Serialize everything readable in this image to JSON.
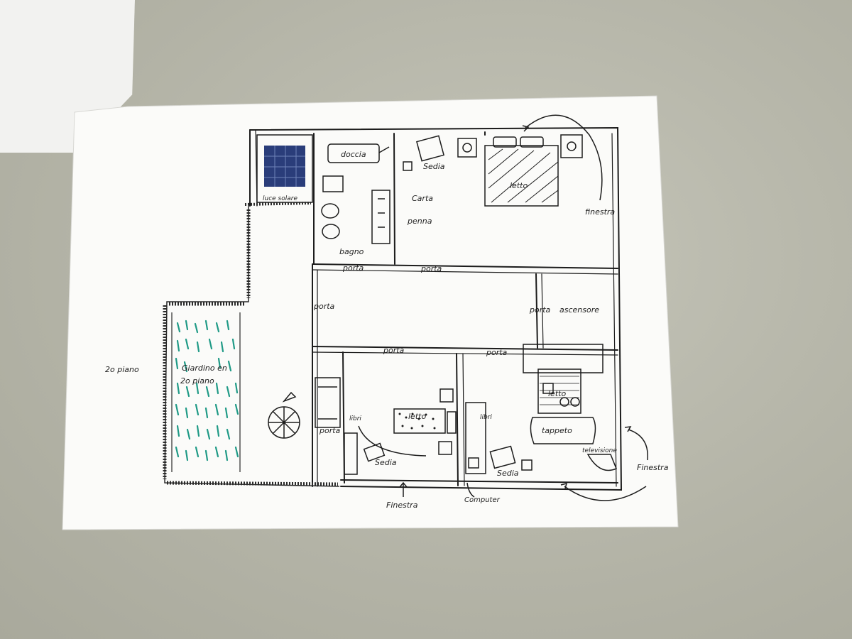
{
  "labels": {
    "doccia": "doccia",
    "sedia_top": "Sedia",
    "carta_penna": "Carta",
    "penna": "penna",
    "letto_top": "letto",
    "finestra_top": "finestra",
    "lucernario": "luce solare",
    "bagno": "bagno",
    "porta_bagno": "porta",
    "porta_camera": "porta",
    "porta_sinistra": "porta",
    "porta_ascensore": "porta",
    "ascensore": "ascensore",
    "porta_sud_1": "porta",
    "porta_sud_2": "porta",
    "piano_side": "2o piano",
    "giardino_1": "Giardino en",
    "giardino_2": "2o piano",
    "porta_studio": "porta",
    "libri_1": "libri",
    "sedia_1": "Sedia",
    "letto_mid": "letto",
    "libri_2": "libri",
    "sedia_2": "Sedia",
    "letto_right": "letto",
    "tappeto": "tappeto",
    "televisione": "televisione",
    "finestra_right": "Finestra",
    "finestra_bottom": "Finestra",
    "computer": "Computer"
  },
  "colors": {
    "ink": "#1c1c1c",
    "paper": "#fbfbf9",
    "garden": "#1f9a86",
    "skylight": "#2a3d7a"
  }
}
